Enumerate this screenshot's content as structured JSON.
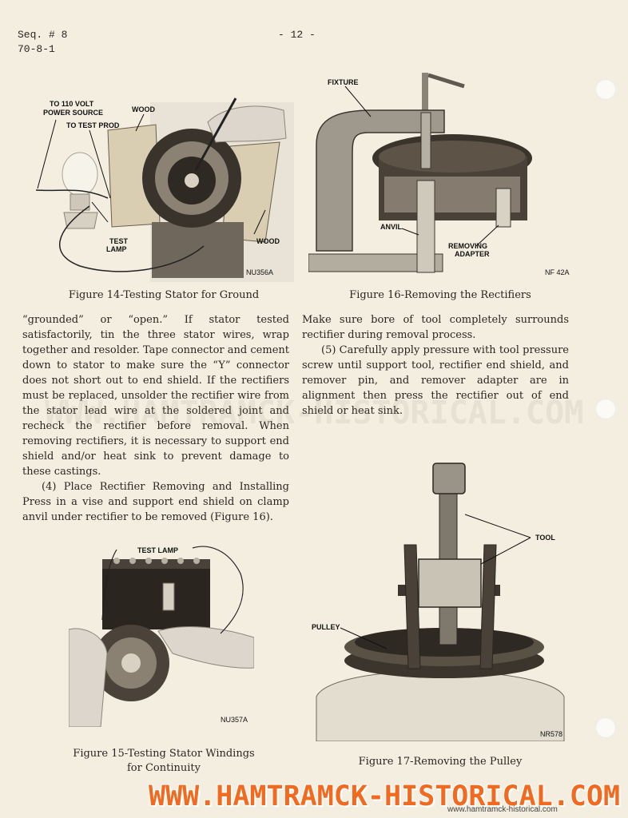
{
  "header": {
    "seq": "Seq. # 8",
    "code": "70-8-1",
    "page_number": "- 12 -"
  },
  "fig14": {
    "caption": "Figure 14-Testing Stator for Ground",
    "id": "NU356A",
    "labels": {
      "power": "TO 110 VOLT",
      "power2": "POWER SOURCE",
      "prod": "TO TEST PROD",
      "wood_top": "WOOD",
      "wood_bottom": "WOOD",
      "lamp1": "TEST",
      "lamp2": "LAMP"
    }
  },
  "fig15": {
    "caption_line1": "Figure 15-Testing Stator Windings",
    "caption_line2": "for Continuity",
    "id": "NU357A",
    "label_lamp": "TEST LAMP"
  },
  "fig16": {
    "caption": "Figure 16-Removing the Rectifiers",
    "id": "NF 42A",
    "labels": {
      "fixture": "FIXTURE",
      "anvil": "ANVIL",
      "adapter1": "REMOVING",
      "adapter2": "ADAPTER"
    }
  },
  "fig17": {
    "caption": "Figure 17-Removing the Pulley",
    "id": "NR578",
    "labels": {
      "tool": "TOOL",
      "pulley": "PULLEY"
    }
  },
  "left_text": {
    "p1": "“grounded” or “open.” If stator tested satisfactorily, tin the three stator wires, wrap together and resolder. Tape connector and cement down to stator to make sure the “Y” connector does not short out to end shield. If the rectifiers must be replaced, unsolder the rectifier wire from the stator lead wire at the soldered joint and recheck the rectifier before removal. When removing rectifiers, it is necessary to support end shield and/or heat sink to prevent damage to these castings.",
    "p2": "(4) Place Rectifier Removing and Installing Press in a vise and support end shield on clamp anvil under rectifier to be removed (Figure 16)."
  },
  "right_text": {
    "p1": "Make sure bore of tool completely surrounds rectifier during removal process.",
    "p2": "(5) Carefully apply pressure with tool pressure screw until support tool, rectifier end shield, and remover pin, and remover adapter are in alignment then press the rectifier out of end shield or heat sink."
  },
  "watermark": {
    "text": "WWW.HAMTRAMCK-HISTORICAL.COM",
    "small": "www.hamtramck-historical.com"
  }
}
